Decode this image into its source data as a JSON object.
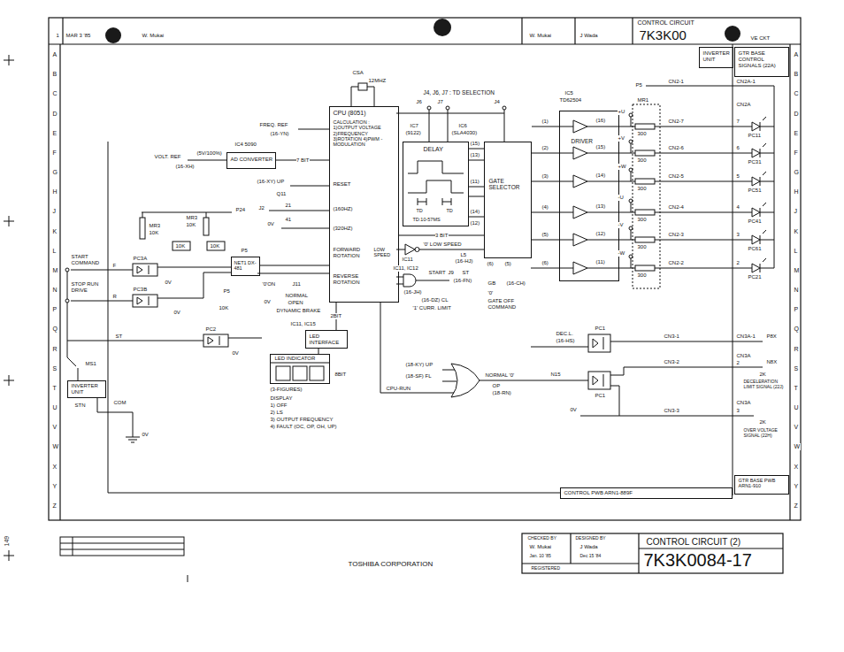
{
  "diagram": {
    "title": "CONTROL CIRCUIT (2)",
    "nodes": [
      {
        "text": [
          "CPU (8051)",
          "CALCULATION : 1)OUTPUT VOLTAGE 2)FREQUENCY 3)ROTATION 4)PWM - MODULATION",
          "RESET",
          "(160HZ)",
          "(320HZ)",
          "FORWARD ROTATION",
          "LOW SPEED",
          "REVERSE ROTATION"
        ]
      },
      {
        "text": [
          "AD CONVERTER"
        ]
      },
      {
        "text": [
          "DELAY",
          "TD",
          "TD",
          "TD:10-57MS"
        ]
      },
      {
        "text": [
          "GATE SELECTOR"
        ]
      },
      {
        "text": [
          "DRIVER"
        ]
      },
      {
        "text": [
          "NET1 DX-481"
        ]
      },
      {
        "text": [
          "LED INTERFACE"
        ]
      },
      {
        "text": [
          "LED INDICATOR"
        ]
      },
      {
        "text": [
          "INVERTER UNIT"
        ]
      },
      {
        "text": [
          "GTR BASE CONTROL SIGNALS (22A)"
        ]
      },
      {
        "text": [
          "INVERTER UNIT"
        ]
      },
      {
        "text": [
          "CONTROL PWB ARN1-889F"
        ]
      },
      {
        "text": [
          "GTR BASE PWB ARN1-910"
        ]
      }
    ],
    "edges": [
      {
        "from": 1,
        "to": 0,
        "arrow": "none",
        "label": "7 BIT"
      },
      {
        "from": 0,
        "to": 3,
        "arrow": "none",
        "label": "3 BIT"
      },
      {
        "from": 2,
        "to": 3,
        "arrow": "none"
      },
      {
        "from": 3,
        "to": 4,
        "arrow": "none"
      },
      {
        "from": 5,
        "to": 0,
        "arrow": "none"
      },
      {
        "from": 0,
        "to": 6,
        "arrow": "none",
        "label": "2BIT"
      },
      {
        "from": 6,
        "to": 7,
        "arrow": "none",
        "label": "8BIT"
      }
    ],
    "labels": [
      "A",
      "B",
      "C",
      "D",
      "E",
      "F",
      "G",
      "H",
      "J",
      "K",
      "L",
      "M",
      "N",
      "P",
      "Q",
      "R",
      "S",
      "T",
      "U",
      "V",
      "W",
      "X",
      "Y",
      "Z",
      "A",
      "B",
      "C",
      "D",
      "E",
      "F",
      "G",
      "H",
      "J",
      "K",
      "L",
      "M",
      "N",
      "P",
      "Q",
      "R",
      "S",
      "T",
      "U",
      "V",
      "W",
      "X",
      "Y",
      "Z",
      "1",
      "MAR 3 '85",
      "W. Mukai",
      "W. Mukai",
      "J Wada",
      "CONTROL CIRCUIT",
      "7K3K00",
      "VE CKT",
      "CSA",
      "12MHZ",
      "J4, J6, J7 : TD SELECTION",
      "J6",
      "J7",
      "J4",
      "IC7",
      "(9122)",
      "IC6",
      "(SLA4030)",
      "IC5",
      "TD62504",
      "IC4 5090",
      "MR1",
      "P5",
      "CN2-1",
      "CN2A-1",
      "CN2A",
      "(1)",
      "(16)",
      "+U",
      "300",
      "CN2-7",
      "7",
      "PC11",
      "(2)",
      "(15)",
      "+V",
      "300",
      "CN2-6",
      "6",
      "PC31",
      "(3)",
      "(14)",
      "+W",
      "300",
      "CN2-5",
      "5",
      "PC51",
      "(4)",
      "(13)",
      "-U",
      "300",
      "CN2-4",
      "4",
      "PC41",
      "(5)",
      "(12)",
      "-V",
      "300",
      "CN2-3",
      "3",
      "PC61",
      "(6)",
      "(11)",
      "-W",
      "300",
      "CN2-2",
      "2",
      "PC21",
      "(15)",
      "(13)",
      "(11)",
      "(14)",
      "(12)",
      "(6)",
      "(5)",
      "FREQ. REF",
      "(16-YN)",
      "VOLT. REF",
      "(16-XH)",
      "(5V/100%)",
      "(16-XY) UP",
      "Q11",
      "J2",
      "21",
      "41",
      "0V",
      "P24",
      "MR3",
      "10K",
      "MR3",
      "10K",
      "10K",
      "10K",
      "P5",
      "START COMMAND",
      "F",
      "PC3A",
      "STOP RUN DRIVE",
      "PC3B",
      "R",
      "0V",
      "0V",
      "P5",
      "10K",
      "PC2",
      "ST",
      "0V",
      "'0'ON",
      "J11",
      "0V",
      "NORMAL",
      "OPEN",
      "DYNAMIC BRAKE",
      "IC11, IC15",
      "IC11",
      "'0' LOW SPEED",
      "L5",
      "(16-HJ)",
      "IC11, IC12",
      "START",
      "J9",
      "ST",
      "(16-JH)",
      "(16-FN)",
      "(16-DZ) CL",
      "'1' CURR. LIMIT",
      "GB",
      "(16-CH)",
      "'0'",
      "GATE OFF COMMAND",
      "(3-FIGURES)",
      "DISPLAY",
      "1) OFF",
      "2) LS",
      "3) OUTPUT FREQUENCY",
      "4) FAULT (OC, OP, OH, UP)",
      "(18-KY) UP",
      "(18-SF) FL",
      "CPU-RUN",
      "NORMAL '0'",
      "OP",
      "(18-RN)",
      "DEC.L.",
      "(16-HS)",
      "PC1",
      "N15",
      "PC1",
      "0V",
      "CN3-1",
      "CN3-2",
      "CN3-3",
      "CN3A-1",
      "P8X",
      "CN3A",
      "2",
      "N8X",
      "2K",
      "DECELERATION LIMIT SIGNAL (22J)",
      "CN3A",
      "3",
      "2K",
      "OVER VOLTAGE SIGNAL (22H)",
      "MS1",
      "STN",
      "COM",
      "0V",
      "149",
      "TOSHIBA CORPORATION",
      "CHECKED BY",
      "DESIGNED BY",
      "W. Mukai",
      "J Wada",
      "Jan. 10 '85",
      "Dec 15 '84",
      "REGISTERED",
      "7K3K0084-17"
    ]
  }
}
